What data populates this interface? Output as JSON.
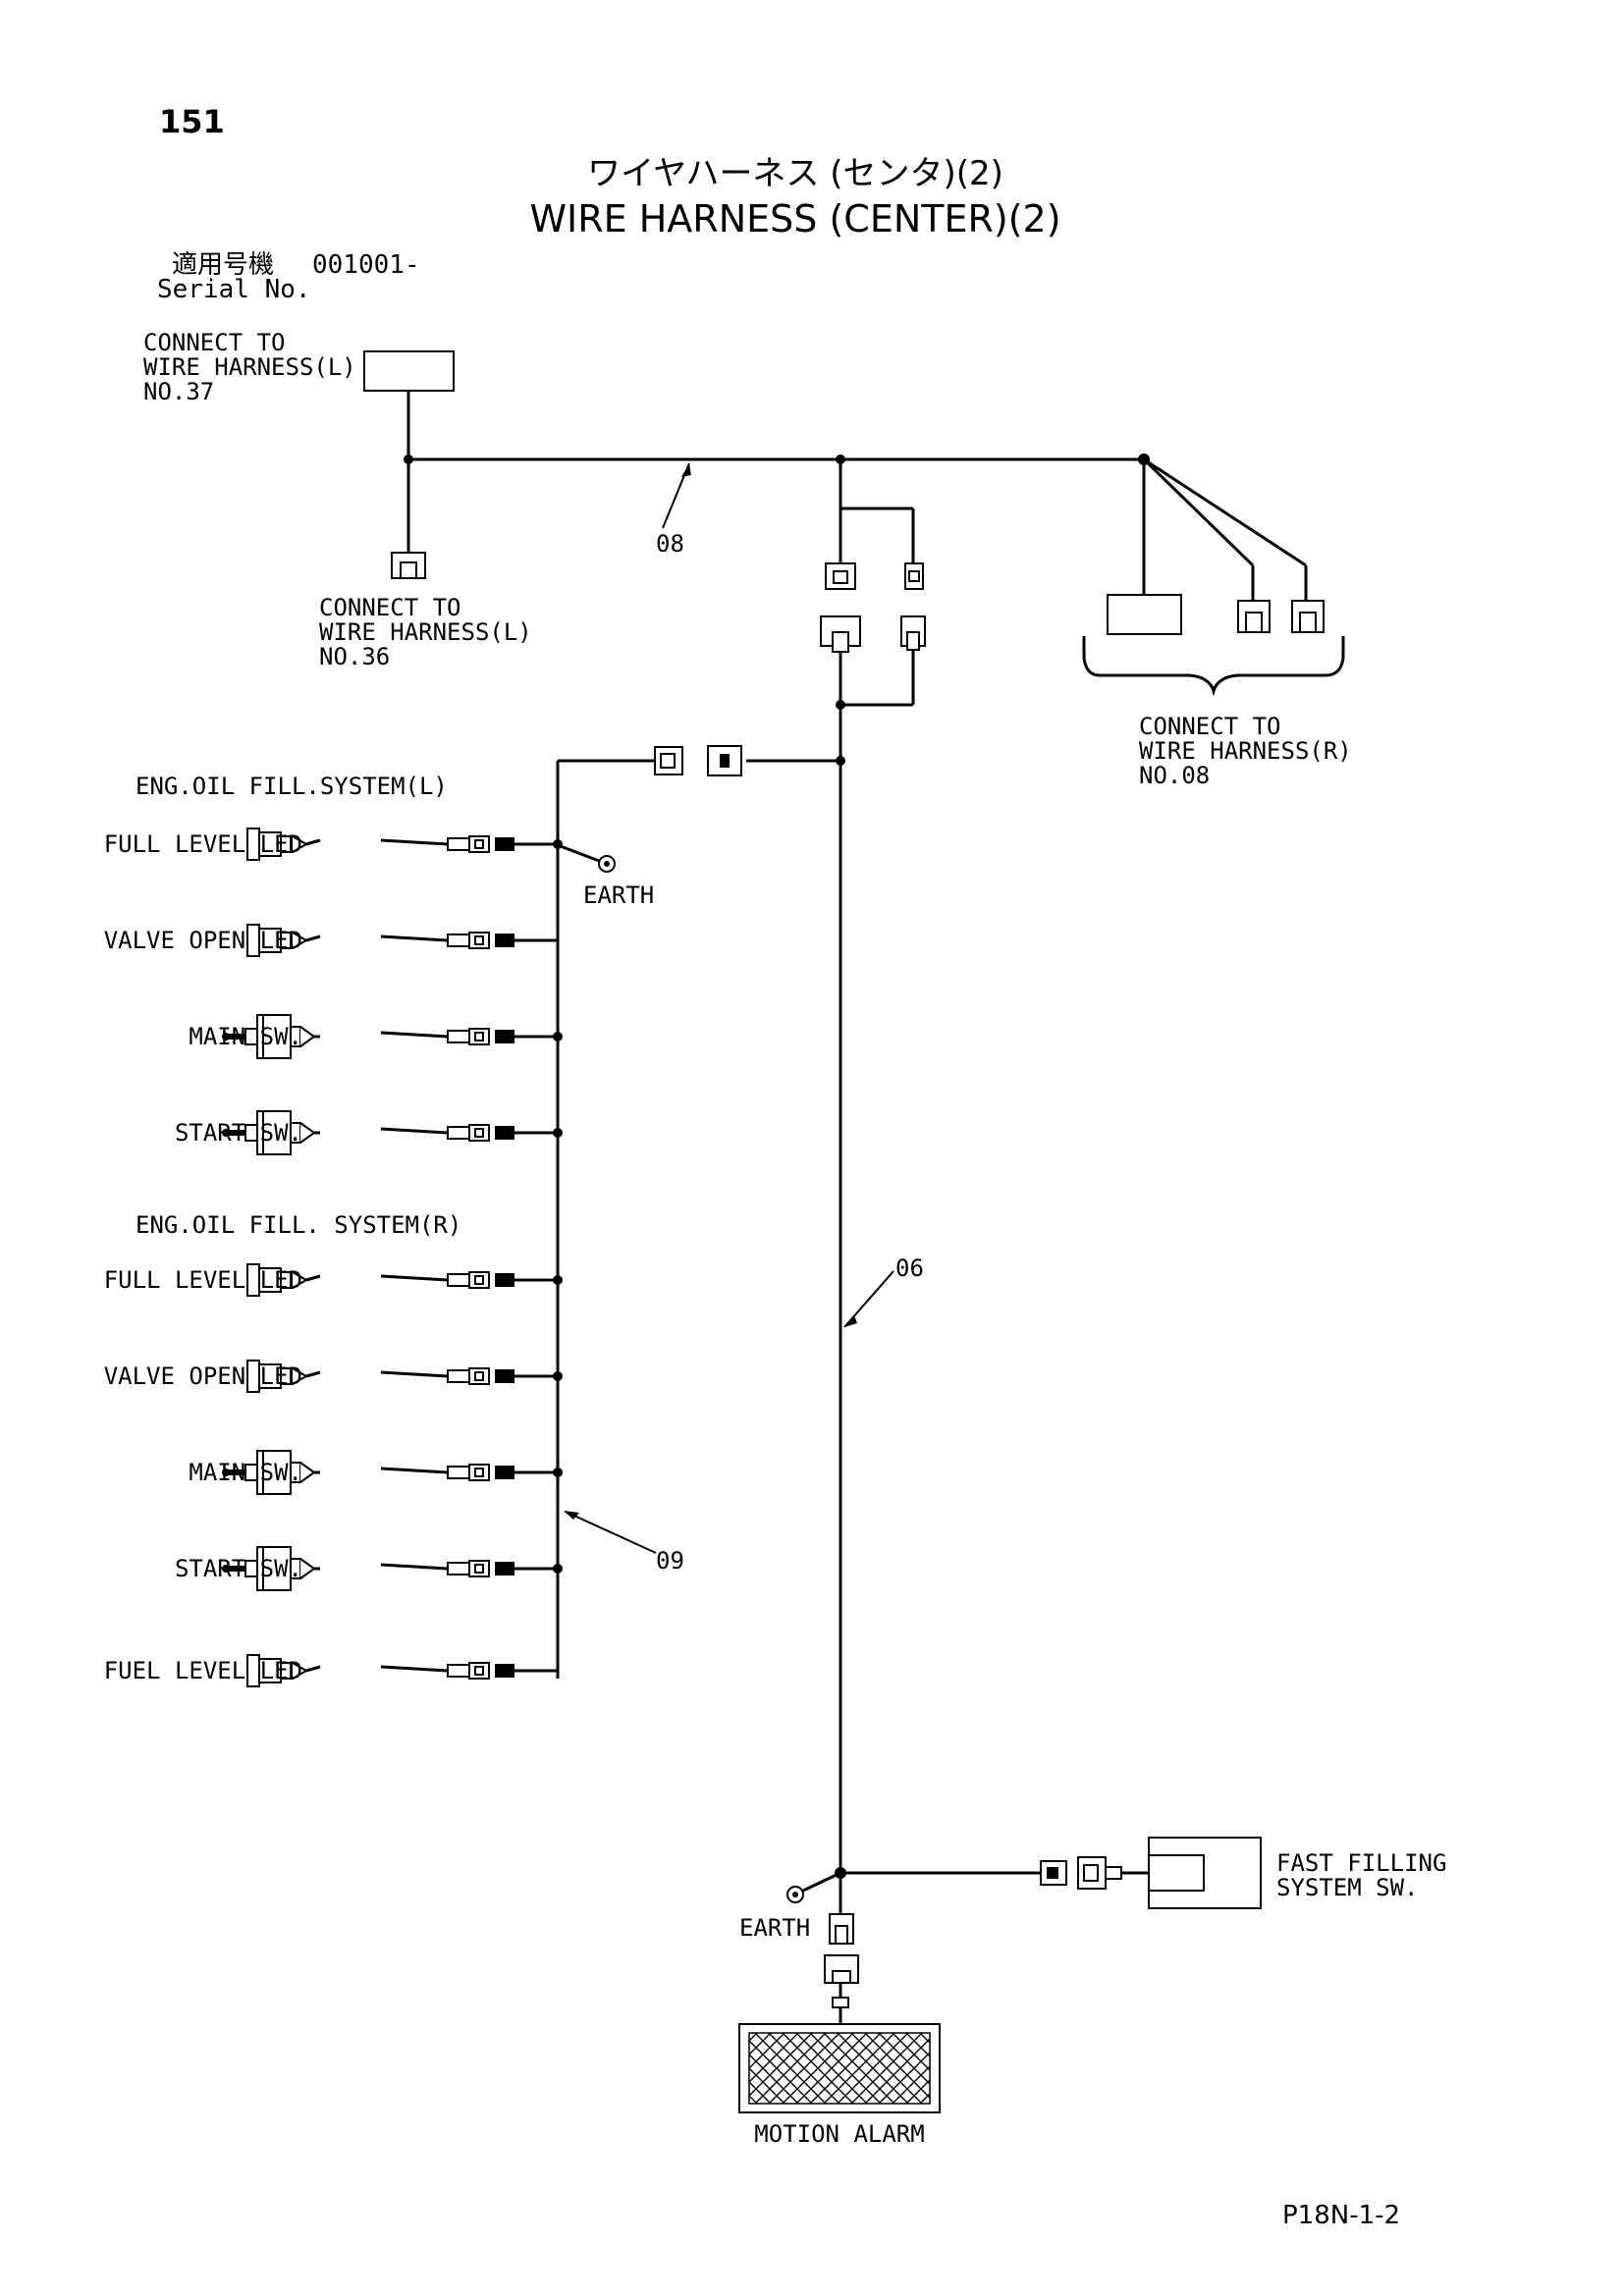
{
  "page_number": "151",
  "title_japanese": "ワイヤハーネス (センタ)(2)",
  "title_english": "WIRE HARNESS (CENTER)(2)",
  "serial": {
    "label_japanese": "適用号機",
    "value": "001001-",
    "label_english": "Serial No."
  },
  "connections": {
    "harness_l_37": [
      "CONNECT TO",
      "WIRE HARNESS(L)",
      "NO.37"
    ],
    "harness_l_36": [
      "CONNECT TO",
      "WIRE HARNESS(L)",
      "NO.36"
    ],
    "harness_r_08": [
      "CONNECT TO",
      "WIRE HARNESS(R)",
      "NO.08"
    ]
  },
  "wire_numbers": {
    "w08": "08",
    "w06": "06",
    "w09": "09"
  },
  "earth_label": "EARTH",
  "groups": {
    "left": "ENG.OIL FILL.SYSTEM(L)",
    "right": "ENG.OIL FILL. SYSTEM(R)"
  },
  "components": [
    {
      "label": "FULL LEVEL LED",
      "type": "led"
    },
    {
      "label": "VALVE OPEN LED",
      "type": "led"
    },
    {
      "label": "MAIN SW.",
      "type": "switch"
    },
    {
      "label": "START SW.",
      "type": "switch"
    },
    {
      "label": "FULL LEVEL LED",
      "type": "led"
    },
    {
      "label": "VALVE OPEN LED",
      "type": "led"
    },
    {
      "label": "MAIN SW.",
      "type": "switch"
    },
    {
      "label": "START SW.",
      "type": "switch"
    },
    {
      "label": "FUEL LEVEL LED",
      "type": "led"
    }
  ],
  "fast_filling_switch": [
    "FAST FILLING",
    "SYSTEM SW."
  ],
  "motion_alarm": "MOTION ALARM",
  "footer_code": "P18N-1-2"
}
